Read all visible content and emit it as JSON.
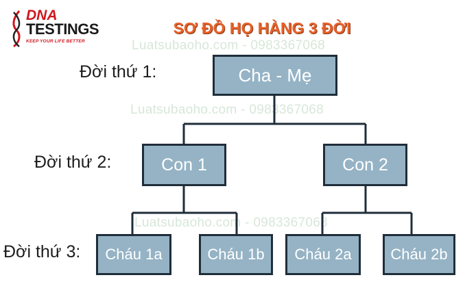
{
  "logo": {
    "brand_top": "DNA",
    "brand_bottom": "TESTINGS",
    "tagline": "KEEP YOUR LIFE BETTER"
  },
  "title": "SƠ ĐỒ HỌ HÀNG 3 ĐỜI",
  "watermark": "Luatsubaoho.com - 0983367068",
  "generations": {
    "gen1": "Đời thứ 1:",
    "gen2": "Đời thứ 2:",
    "gen3": "Đời thứ 3:"
  },
  "nodes": {
    "parents": "Cha - Mẹ",
    "child1": "Con 1",
    "child2": "Con 2",
    "grandchild1a": "Cháu 1a",
    "grandchild1b": "Cháu 1b",
    "grandchild2a": "Cháu 2a",
    "grandchild2b": "Cháu 2b"
  },
  "colors": {
    "box_fill": "#95b3c5",
    "box_border": "#1f2d3a",
    "title": "#e8612a",
    "brand_red": "#d0161d"
  }
}
